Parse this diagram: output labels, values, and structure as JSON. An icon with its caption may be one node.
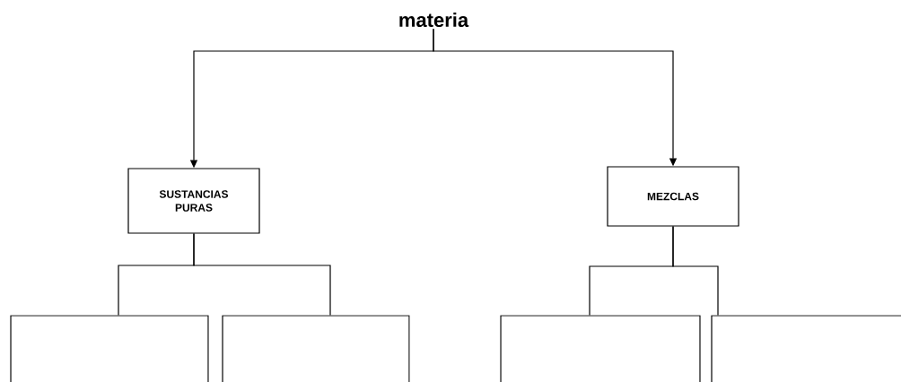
{
  "diagram": {
    "nodes": [
      {
        "text": [
          "materia"
        ]
      },
      {
        "text": [
          "SUSTANCIAS PURAS"
        ]
      },
      {
        "text": [
          "MEZCLAS"
        ]
      },
      {
        "text": [],
        "shape": "box"
      },
      {
        "text": [],
        "shape": "box"
      },
      {
        "text": [],
        "shape": "box"
      },
      {
        "text": [],
        "shape": "box"
      }
    ],
    "edges": [
      {
        "from": 0,
        "to": 1,
        "arrow": "to"
      },
      {
        "from": 0,
        "to": 2,
        "arrow": "to"
      },
      {
        "from": 1,
        "to": 3,
        "arrow": "none"
      },
      {
        "from": 1,
        "to": 4,
        "arrow": "none"
      },
      {
        "from": 2,
        "to": 5,
        "arrow": "none"
      },
      {
        "from": 2,
        "to": 6,
        "arrow": "none"
      }
    ]
  }
}
